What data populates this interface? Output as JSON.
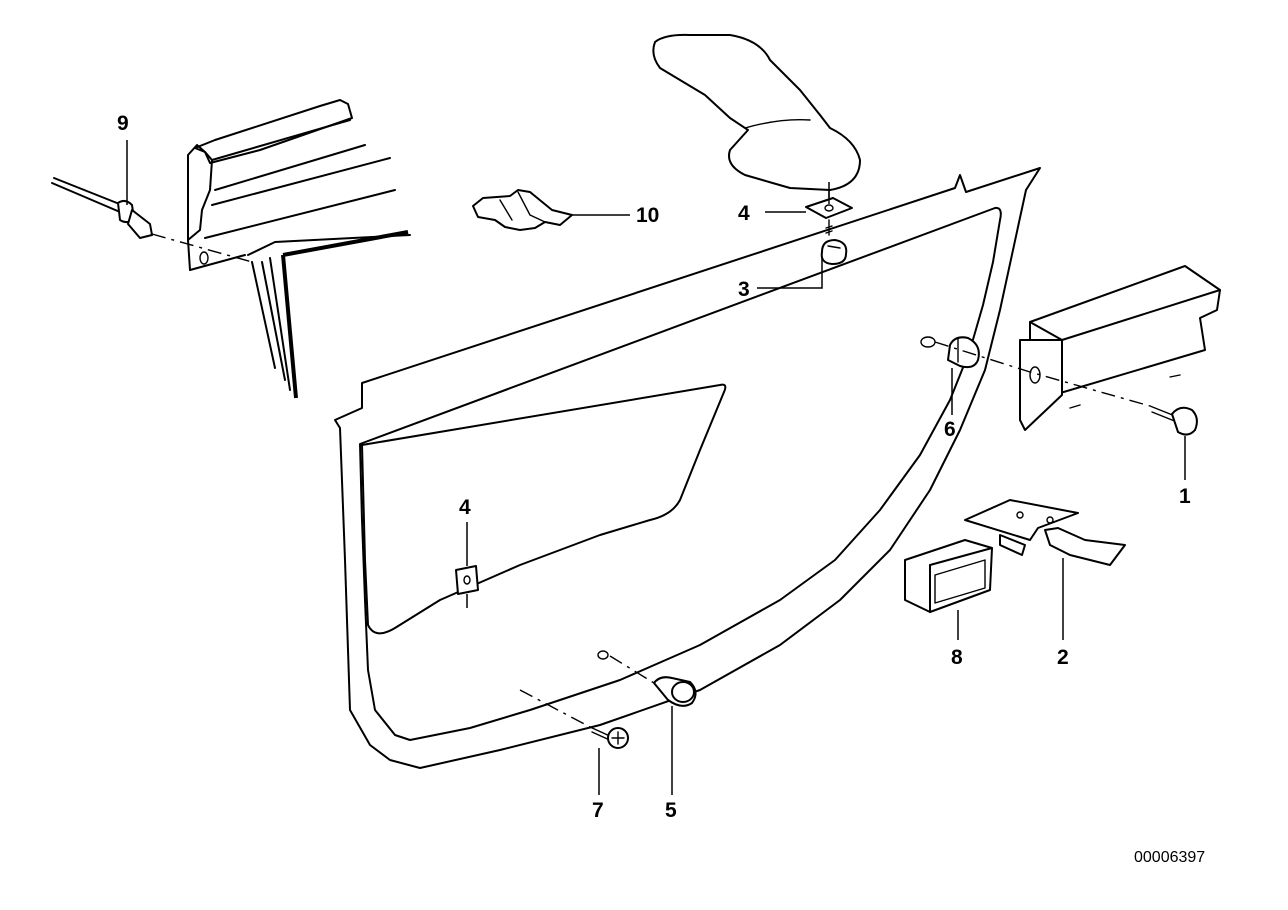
{
  "diagram": {
    "reference_number": "00006397",
    "callouts": [
      {
        "id": "callout-1",
        "label": "1"
      },
      {
        "id": "callout-2",
        "label": "2"
      },
      {
        "id": "callout-3",
        "label": "3"
      },
      {
        "id": "callout-4-top",
        "label": "4"
      },
      {
        "id": "callout-4-panel",
        "label": "4"
      },
      {
        "id": "callout-5",
        "label": "5"
      },
      {
        "id": "callout-6",
        "label": "6"
      },
      {
        "id": "callout-7",
        "label": "7"
      },
      {
        "id": "callout-8",
        "label": "8"
      },
      {
        "id": "callout-9",
        "label": "9"
      },
      {
        "id": "callout-10",
        "label": "10"
      }
    ]
  }
}
